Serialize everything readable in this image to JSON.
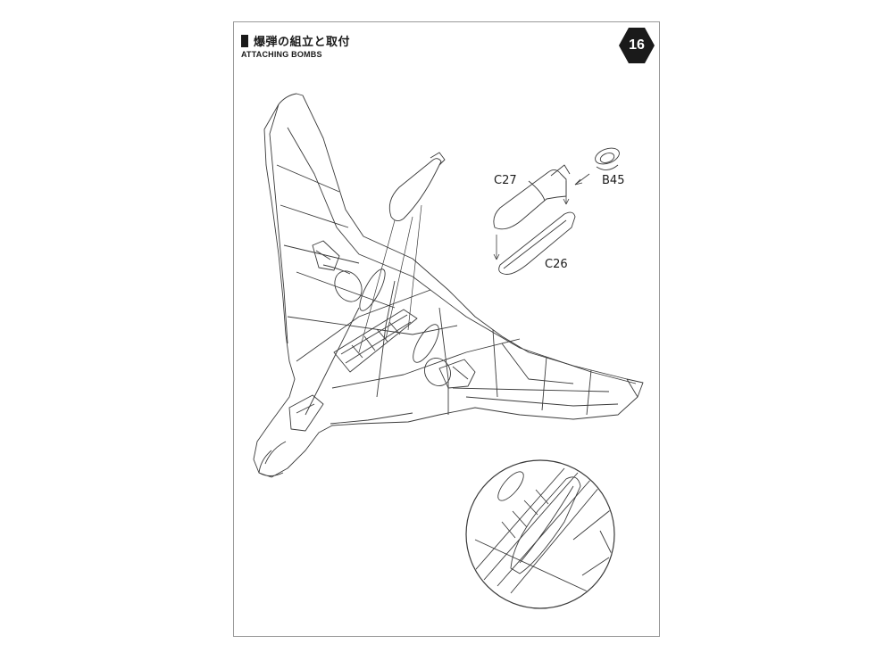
{
  "header": {
    "title_jp": "爆弾の組立と取付",
    "title_en": "ATTACHING BOMBS",
    "step_number": "16"
  },
  "parts": {
    "c27": "C27",
    "b45": "B45",
    "c26": "C26"
  },
  "colors": {
    "line": "#3a3a3a",
    "badge": "#1a1a1a",
    "border": "#9a9a9a"
  }
}
